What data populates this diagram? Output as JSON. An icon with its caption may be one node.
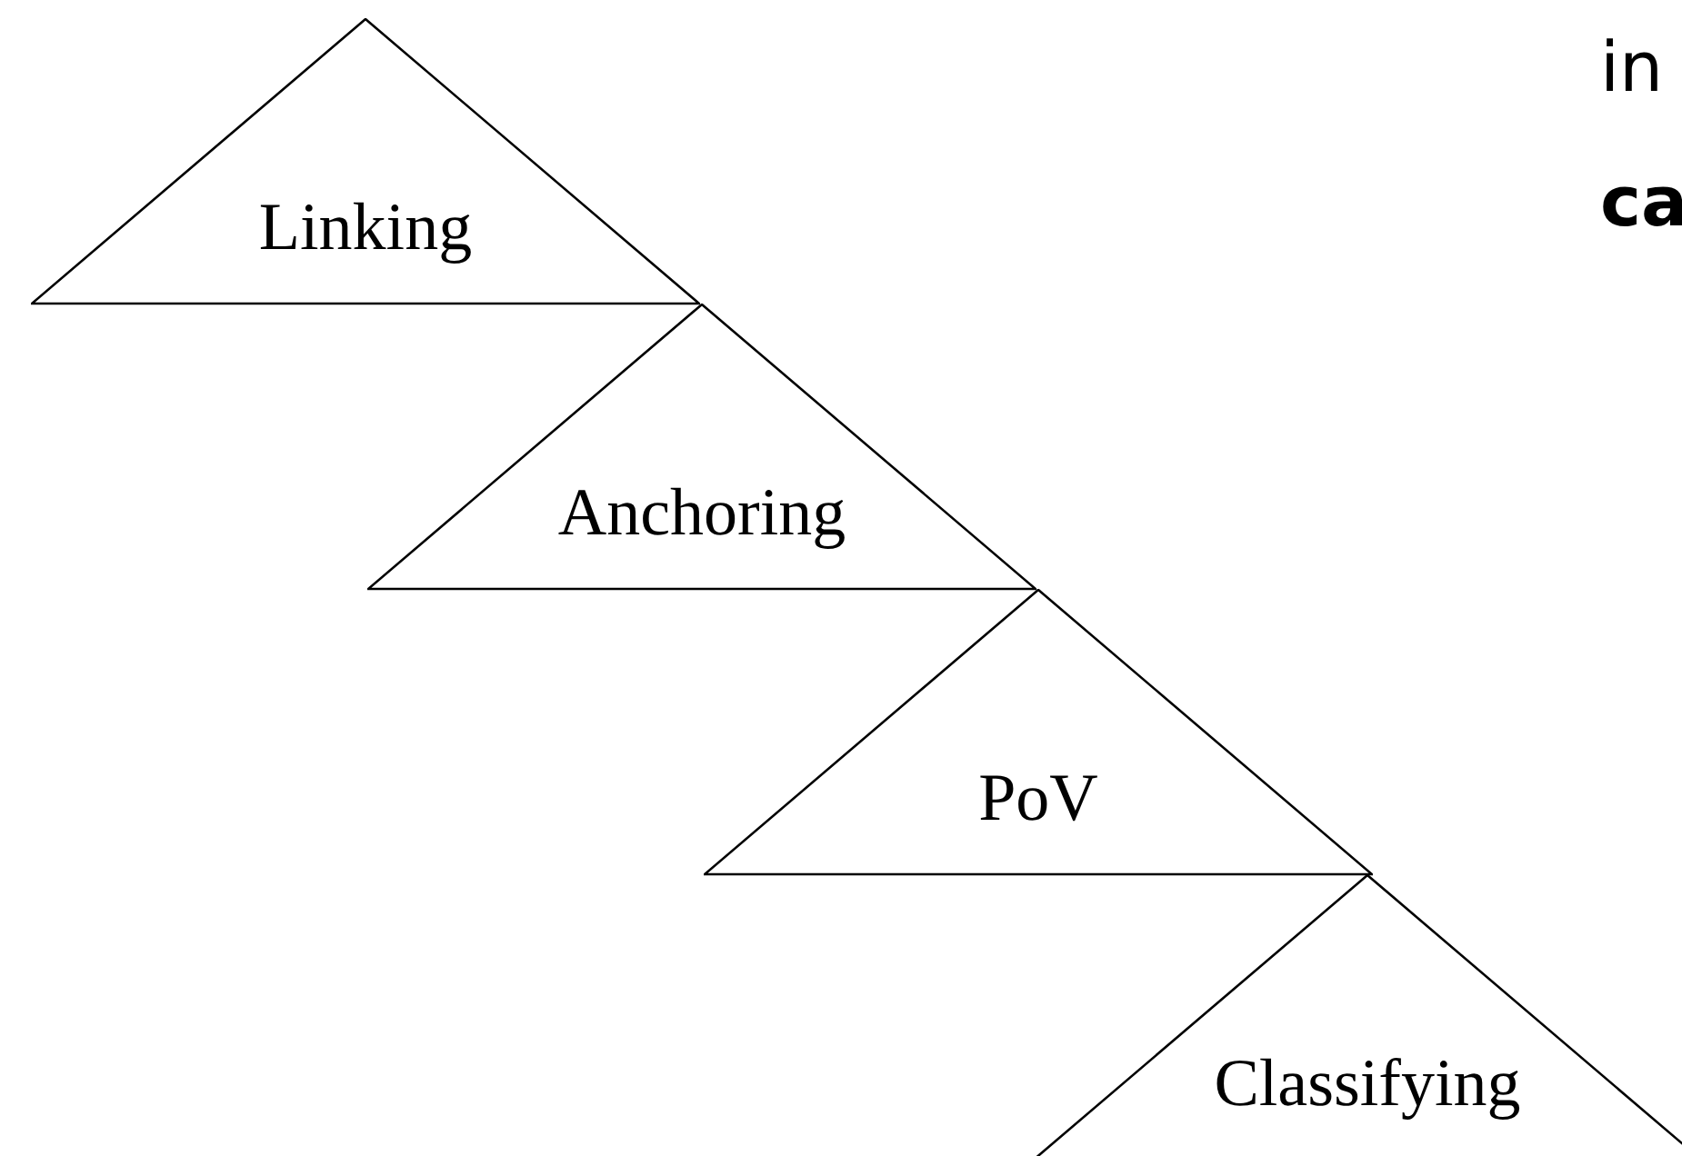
{
  "diagram": {
    "nodes": [
      {
        "text": [
          "Linking"
        ]
      },
      {
        "text": [
          "Anchoring"
        ]
      },
      {
        "text": [
          "PoV"
        ]
      },
      {
        "text": [
          "Classifying"
        ]
      }
    ],
    "labels": [
      "in",
      "ca"
    ]
  }
}
